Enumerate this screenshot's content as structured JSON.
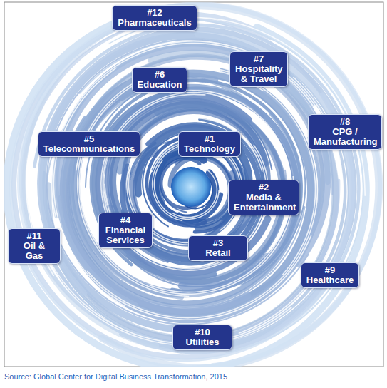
{
  "diagram": {
    "caption": "Source: Global Center for Digital Business Transformation, 2015",
    "nodes": [
      {
        "text": [
          "#1",
          "Technology"
        ]
      },
      {
        "text": [
          "#2",
          "Media & Entertainment"
        ]
      },
      {
        "text": [
          "#3",
          "Retail"
        ]
      },
      {
        "text": [
          "#4",
          "Financial Services"
        ]
      },
      {
        "text": [
          "#5",
          "Telecommunications"
        ]
      },
      {
        "text": [
          "#6",
          "Education"
        ]
      },
      {
        "text": [
          "#7",
          "Hospitality & Travel"
        ]
      },
      {
        "text": [
          "#8",
          "CPG / Manufacturing"
        ]
      },
      {
        "text": [
          "#9",
          "Healthcare"
        ]
      },
      {
        "text": [
          "#10",
          "Utilities"
        ]
      },
      {
        "text": [
          "#11",
          "Oil & Gas"
        ]
      },
      {
        "text": [
          "#12",
          "Pharmaceuticals"
        ]
      }
    ]
  }
}
